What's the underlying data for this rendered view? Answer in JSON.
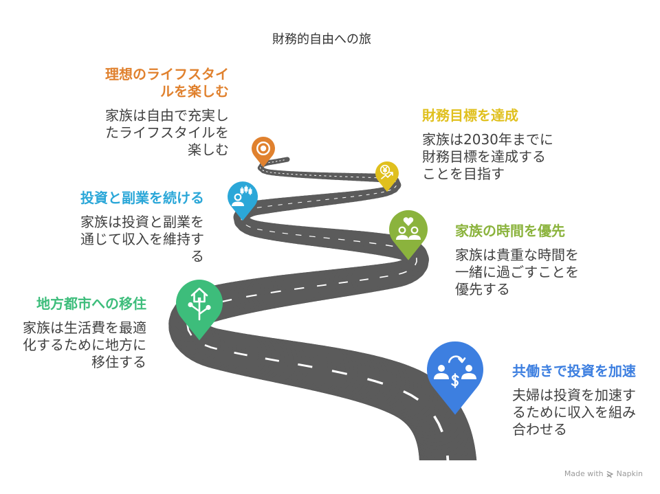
{
  "title": "財務的自由への旅",
  "text_color": "#404040",
  "road": {
    "color": "#5b5b5b",
    "dash_color": "#ffffff"
  },
  "steps": [
    {
      "title_lines": [
        "共働きで投資を加速"
      ],
      "description_lines": [
        "夫婦は投資を加速す",
        "るために収入を組み",
        "合わせる"
      ],
      "color": "#3d7fe0",
      "icon": "dual-income-invest-icon"
    },
    {
      "title_lines": [
        "地方都市への移住"
      ],
      "description_lines": [
        "家族は生活費を最適",
        "化するために地方に",
        "移住する"
      ],
      "color": "#3dbd7b",
      "icon": "house-tree-icon"
    },
    {
      "title_lines": [
        "家族の時間を優先"
      ],
      "description_lines": [
        "家族は貴重な時間を",
        "一緒に過ごすことを",
        "優先する"
      ],
      "color": "#8bb33d",
      "icon": "family-heart-icon"
    },
    {
      "title_lines": [
        "投資と副業を続ける"
      ],
      "description_lines": [
        "家族は投資と副業を",
        "通じて収入を維持す",
        "る"
      ],
      "color": "#2ba7d8",
      "icon": "investor-chart-icon"
    },
    {
      "title_lines": [
        "財務目標を達成"
      ],
      "description_lines": [
        "家族は2030年までに",
        "財務目標を達成する",
        "ことを目指す"
      ],
      "color": "#e0c01e",
      "icon": "yen-growth-icon"
    },
    {
      "title_lines": [
        "理想のライフスタイ",
        "ルを楽しむ"
      ],
      "description_lines": [
        "家族は自由で充実し",
        "たライフスタイルを",
        "楽しむ"
      ],
      "color": "#e0812e",
      "icon": "target-icon"
    }
  ],
  "footer": {
    "made_with": "Made with",
    "brand": "Napkin"
  }
}
